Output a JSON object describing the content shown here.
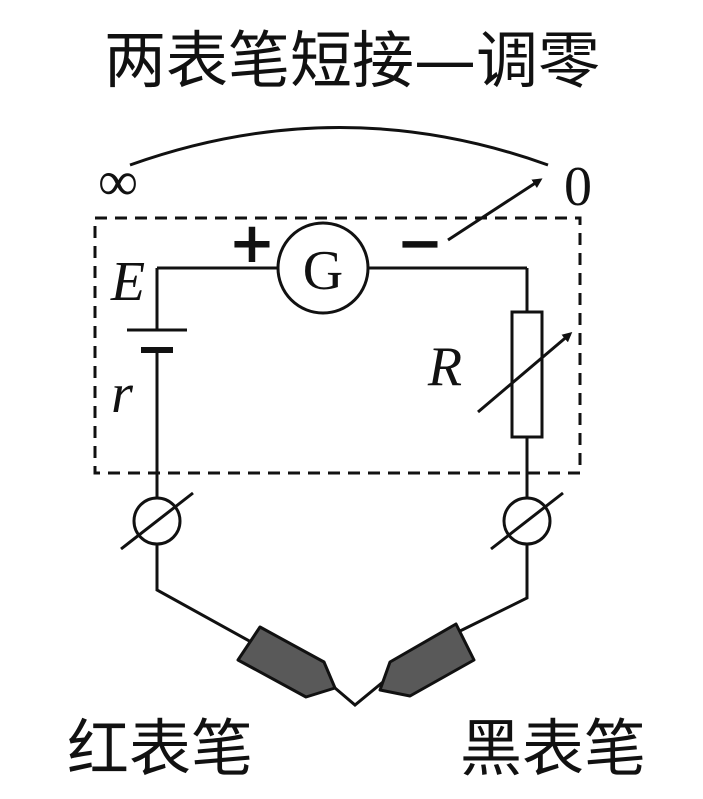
{
  "title": "两表笔短接—调零",
  "scale": {
    "left_label": "∞",
    "right_label": "0"
  },
  "battery": {
    "emf_label": "E",
    "internal_resistance_label": "r"
  },
  "galvanometer": {
    "label": "G",
    "plus_label": "+",
    "minus_label": "−"
  },
  "resistor": {
    "label": "R"
  },
  "probes": {
    "red_label": "红表笔",
    "black_label": "黑表笔"
  },
  "colors": {
    "line": "#111111",
    "probe_fill": "#595959",
    "background": "#ffffff"
  }
}
